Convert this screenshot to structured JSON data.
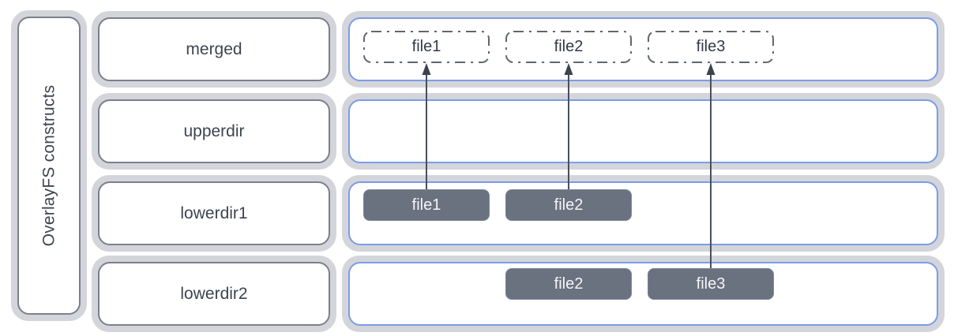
{
  "sidebar": {
    "title": "OverlayFS constructs"
  },
  "rows": [
    {
      "label": "merged",
      "files": [
        {
          "name": "file1",
          "variant": "ghost"
        },
        {
          "name": "file2",
          "variant": "ghost"
        },
        {
          "name": "file3",
          "variant": "ghost"
        }
      ]
    },
    {
      "label": "upperdir",
      "files": []
    },
    {
      "label": "lowerdir1",
      "files": [
        {
          "name": "file1",
          "variant": "solid"
        },
        {
          "name": "file2",
          "variant": "solid"
        }
      ]
    },
    {
      "label": "lowerdir2",
      "files": [
        {
          "name": "file2",
          "variant": "solid"
        },
        {
          "name": "file3",
          "variant": "solid"
        }
      ]
    }
  ],
  "arrows": [
    {
      "from": "lowerdir1/file1",
      "to": "merged/file1"
    },
    {
      "from": "lowerdir1/file2",
      "to": "merged/file2"
    },
    {
      "from": "lowerdir2/file3",
      "to": "merged/file3"
    }
  ],
  "colors": {
    "band_gray": "#d3d5da",
    "label_border": "#7a808b",
    "panel_border_blue": "#7b9ce9",
    "label_text": "#3d4450",
    "ghost_border": "#60666f",
    "ghost_text": "#333a47",
    "solid_fill": "#6a7280",
    "solid_text": "#f4f5f7",
    "arrow": "#4a505a"
  }
}
